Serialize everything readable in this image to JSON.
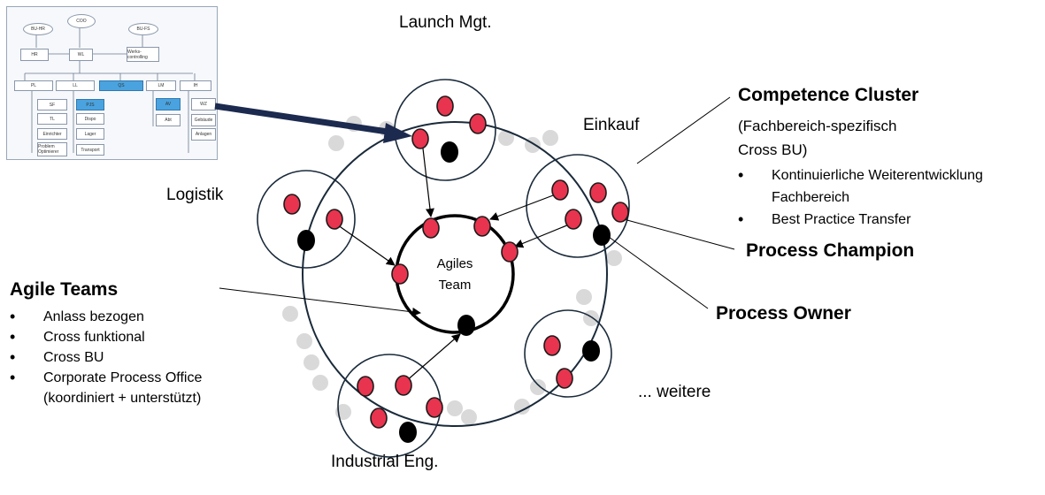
{
  "thumbnail": {
    "boxes": [
      "BU-HR",
      "COO",
      "BU-FS",
      "HR",
      "WL",
      "Werks-controlling",
      "PL",
      "LL",
      "QS",
      "LM",
      "IH",
      "SF",
      "PJS",
      "TL",
      "Dispo",
      "Einrichter",
      "Lager",
      "Problem Optimierer",
      "Transport",
      "AV",
      "Abt",
      "WZ",
      "Gebäude",
      "Anlagen"
    ]
  },
  "clusters": {
    "launch": "Launch Mgt.",
    "einkauf": "Einkauf",
    "logistik": "Logistik",
    "industrial": "Industrial Eng.",
    "weitere": "... weitere"
  },
  "center": {
    "line1": "Agiles",
    "line2": "Team"
  },
  "competence": {
    "title": "Competence Cluster",
    "line1": "(Fachbereich-spezifisch",
    "line2": "Cross BU)",
    "bullets": [
      "Kontinuierliche Weiterentwicklung",
      "Best Practice Transfer"
    ],
    "bullet1_cont": "Fachbereich"
  },
  "roles": {
    "champion": "Process Champion",
    "owner": "Process Owner"
  },
  "agile": {
    "title": "Agile Teams",
    "bullets": [
      "Anlass bezogen",
      "Cross funktional",
      "Cross BU",
      "Corporate Process Office"
    ],
    "bullet4_cont": "(koordiniert + unterstützt)"
  },
  "colors": {
    "member": "#e8344e",
    "owner": "#000000",
    "dot": "#d9d9d9",
    "arrow": "#1c2a4f"
  }
}
